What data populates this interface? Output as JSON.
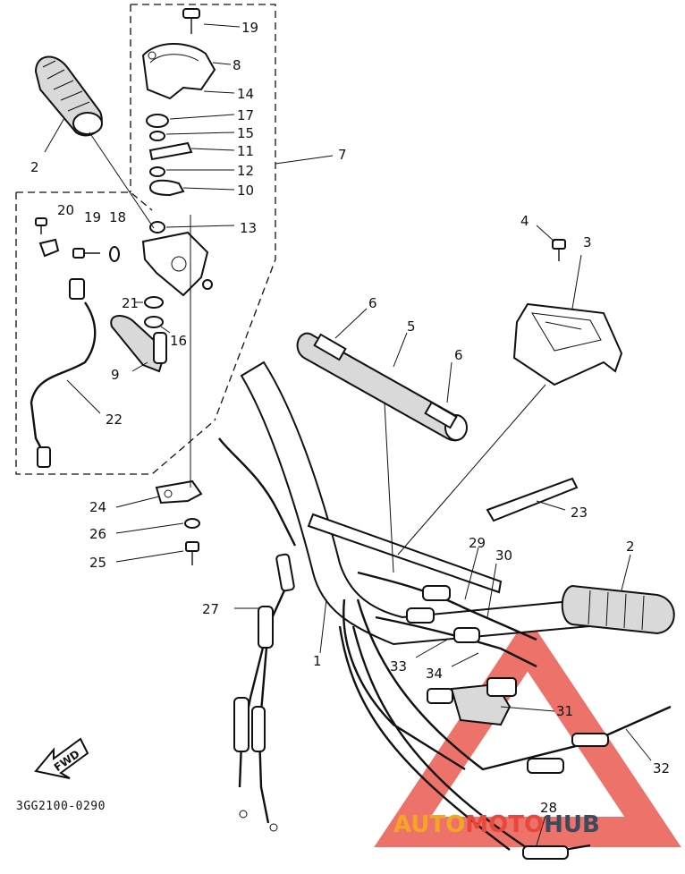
{
  "diagram": {
    "code": "3GG2100-0290",
    "fwd_label": "FWD",
    "callouts": [
      "19",
      "8",
      "14",
      "17",
      "15",
      "11",
      "12",
      "10",
      "7",
      "2",
      "20",
      "19",
      "18",
      "13",
      "4",
      "3",
      "21",
      "16",
      "9",
      "6",
      "5",
      "6",
      "22",
      "23",
      "24",
      "26",
      "25",
      "29",
      "30",
      "2",
      "27",
      "1",
      "33",
      "34",
      "31",
      "32",
      "28"
    ]
  },
  "watermark": {
    "part1": "AUTO",
    "part2": "MOTO",
    "part3": "HUB",
    "color_accent": "#e8473c",
    "color_orange": "#f2a623",
    "color_dark": "#3b4a5c"
  }
}
